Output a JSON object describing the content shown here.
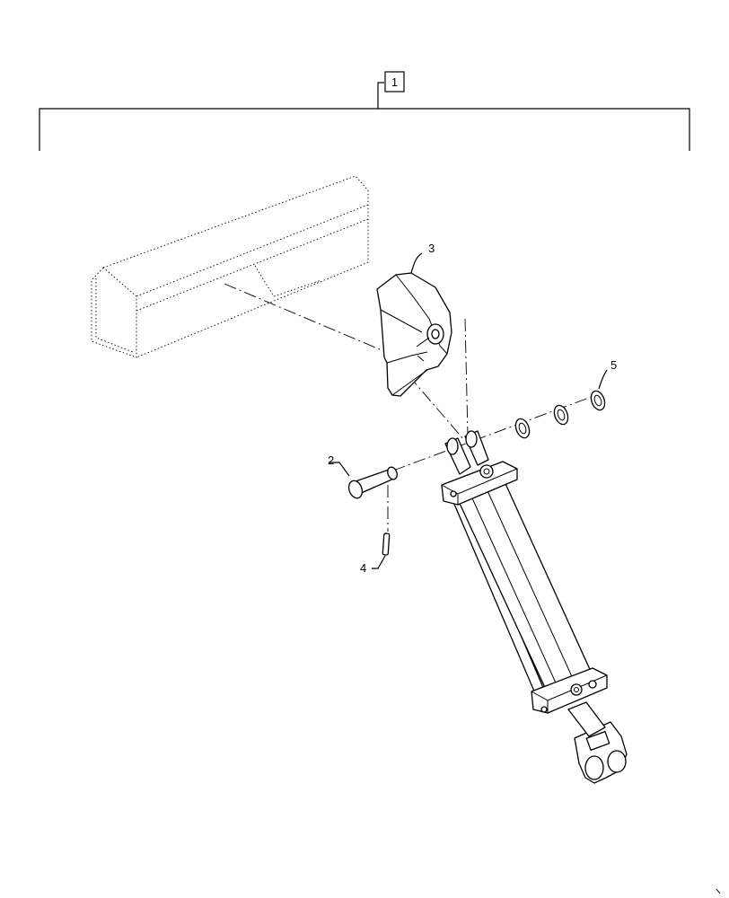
{
  "callouts": {
    "assembly": "1",
    "pin": "2",
    "bracket": "3",
    "roll_pin": "4",
    "retaining_ring": "5"
  }
}
